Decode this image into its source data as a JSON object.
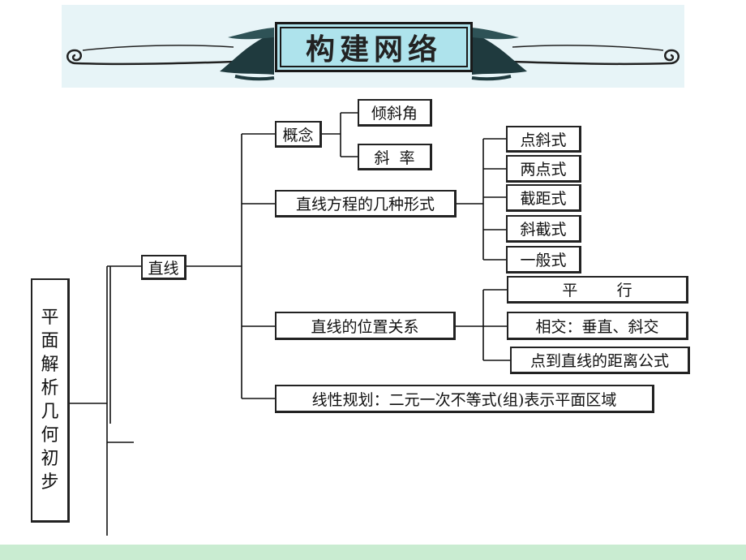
{
  "banner": {
    "title": "构建网络",
    "background_color": "#e7f4f7",
    "title_box_color": "#aee3ec"
  },
  "root": {
    "chars": [
      "平",
      "面",
      "解",
      "析",
      "几",
      "何",
      "初",
      "步"
    ]
  },
  "nodes": {
    "zhixian": "直线",
    "gainian": "概念",
    "qingxiejiao": "倾斜角",
    "xielv": "斜  率",
    "fangcheng": "直线方程的几种形式",
    "dianxie": "点斜式",
    "liangdian": "两点式",
    "jieju": "截距式",
    "xiejie": "斜截式",
    "yiban": "一般式",
    "weizhi": "直线的位置关系",
    "pingxing": "平        行",
    "xiangjiao": "相交：垂直、斜交",
    "juli": "点到直线的距离公式",
    "xianxing": "线性规划：二元一次不等式(组)表示平面区域"
  },
  "footer_color": "#c9ecd1"
}
